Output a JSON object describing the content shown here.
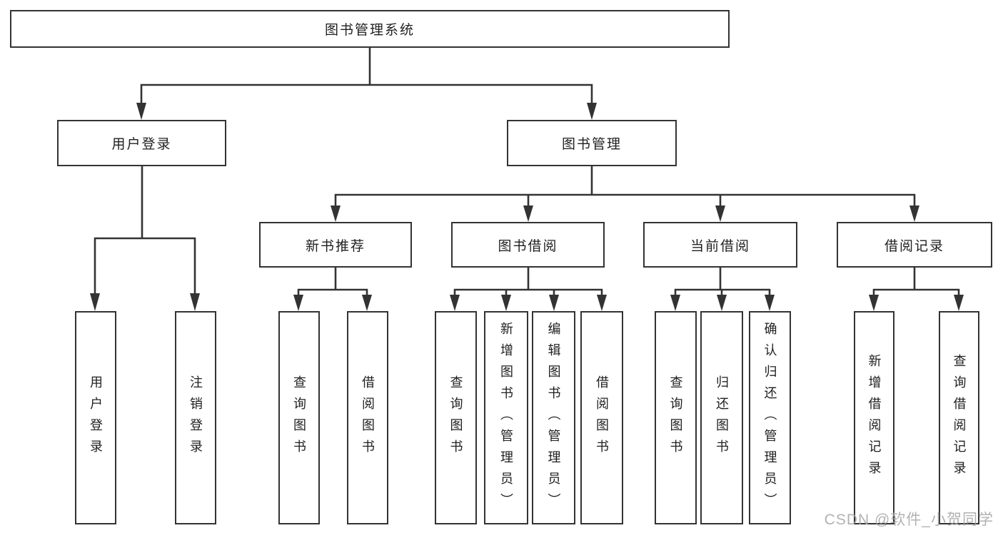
{
  "diagram": {
    "root": {
      "label": "图书管理系统"
    },
    "branches": [
      {
        "label": "用户登录",
        "children": [
          {
            "label": "用户登录"
          },
          {
            "label": "注销登录"
          }
        ]
      },
      {
        "label": "图书管理",
        "groups": [
          {
            "label": "新书推荐",
            "children": [
              {
                "label": "查询图书"
              },
              {
                "label": "借阅图书"
              }
            ]
          },
          {
            "label": "图书借阅",
            "children": [
              {
                "label": "查询图书"
              },
              {
                "label": "新增图书（管理员）"
              },
              {
                "label": "编辑图书（管理员）"
              },
              {
                "label": "借阅图书"
              }
            ]
          },
          {
            "label": "当前借阅",
            "children": [
              {
                "label": "查询图书"
              },
              {
                "label": "归还图书"
              },
              {
                "label": "确认归还（管理员）"
              }
            ]
          },
          {
            "label": "借阅记录",
            "children": [
              {
                "label": "新增借阅记录"
              },
              {
                "label": "查询借阅记录"
              }
            ]
          }
        ]
      }
    ],
    "watermark": "CSDN @软件_小贺同学",
    "colors": {
      "line": "#333333",
      "box_fill": "#ffffff",
      "text": "#1f1f1f",
      "watermark": "#a5a5a5"
    }
  }
}
